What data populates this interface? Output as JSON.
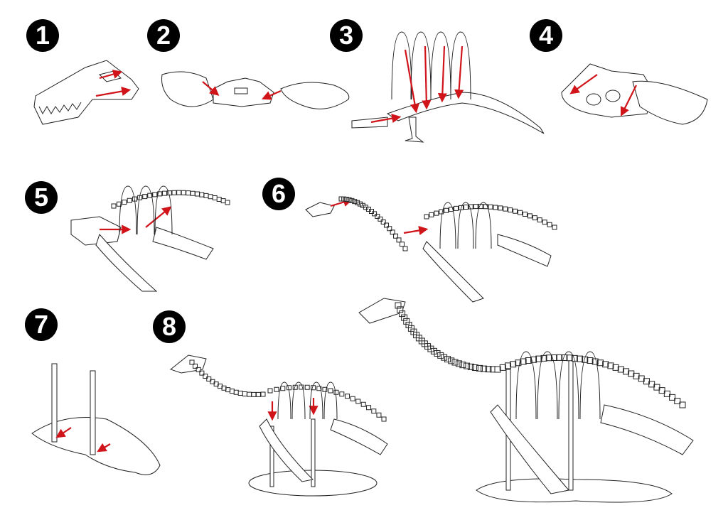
{
  "steps": [
    {
      "label": "1"
    },
    {
      "label": "2"
    },
    {
      "label": "3"
    },
    {
      "label": "4"
    },
    {
      "label": "5"
    },
    {
      "label": "6"
    },
    {
      "label": "7"
    },
    {
      "label": "8"
    }
  ],
  "colors": {
    "arrow": "#d0141a",
    "outline": "#222222",
    "badge": "#000000"
  }
}
